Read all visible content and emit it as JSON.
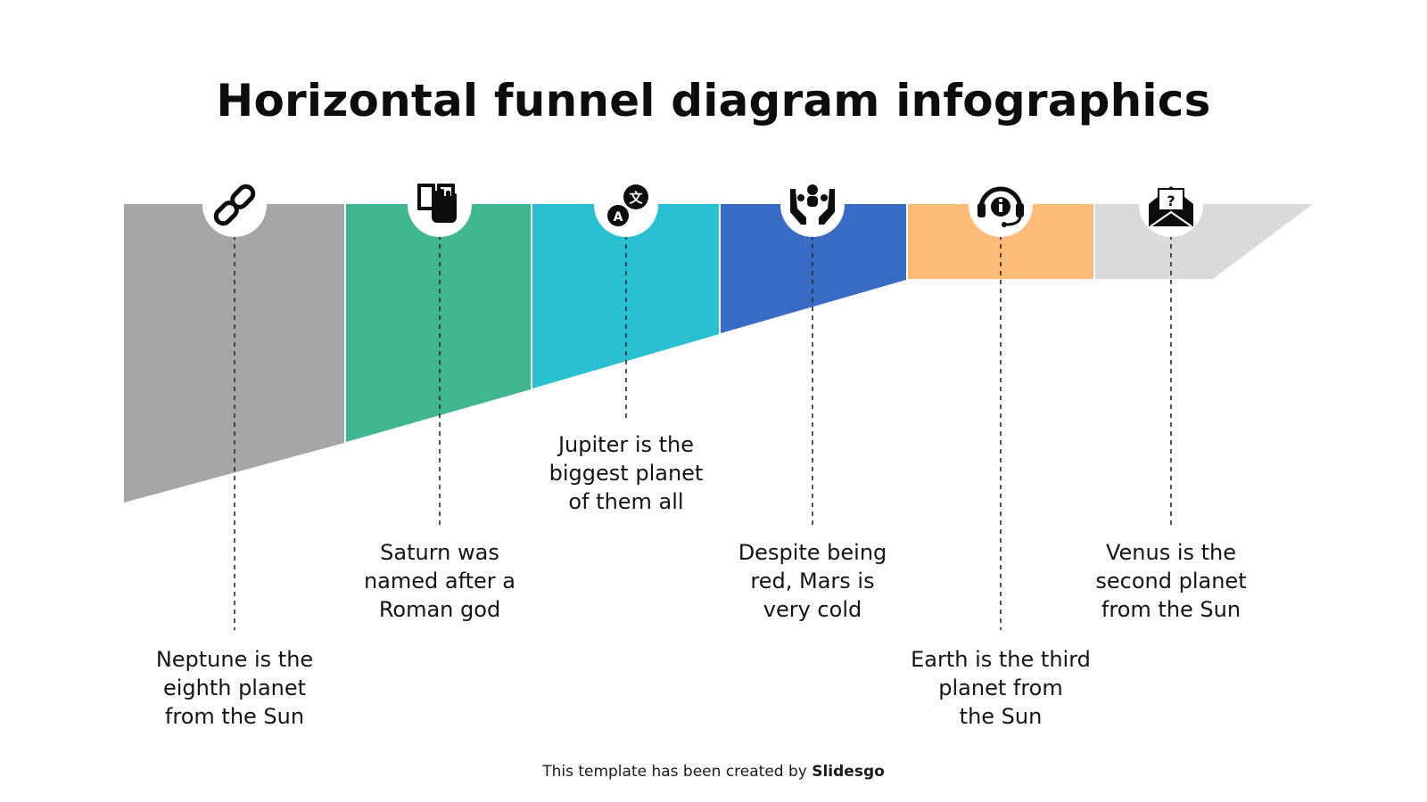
{
  "slide": {
    "title": "Horizontal funnel diagram infographics",
    "footer": {
      "text": "This template has been created by ",
      "brand": "Slidesgo"
    }
  },
  "stages": [
    {
      "color": "#a6a6a6",
      "icon": "link-icon",
      "label": "Neptune is the\neighth planet\nfrom the Sun"
    },
    {
      "color": "#40b690",
      "icon": "hand-book-icon",
      "label": "Saturn was\nnamed after a\nRoman god"
    },
    {
      "color": "#29c0d2",
      "icon": "translate-icon",
      "label": "Jupiter is the\nbiggest planet\nof them all"
    },
    {
      "color": "#386cc4",
      "icon": "hands-people-icon",
      "label": "Despite being\nred, Mars is\nvery cold"
    },
    {
      "color": "#ffbb77",
      "icon": "headset-info-icon",
      "label": "Earth is the third\nplanet from\nthe Sun"
    },
    {
      "color": "#d9dad9",
      "icon": "mail-question-icon",
      "label": "Venus is the\nsecond planet\nfrom the Sun"
    }
  ]
}
